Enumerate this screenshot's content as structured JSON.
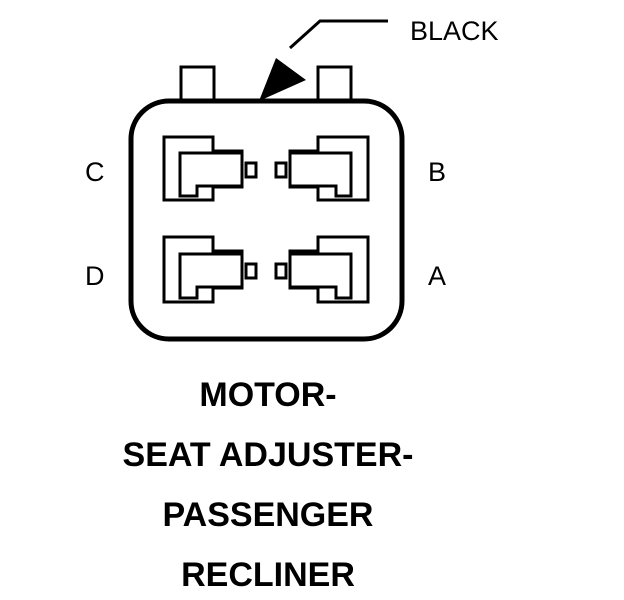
{
  "connector": {
    "color_callout": "BLACK",
    "pins": {
      "a": "A",
      "b": "B",
      "c": "C",
      "d": "D"
    }
  },
  "title": {
    "line1": "MOTOR-",
    "line2": "SEAT ADJUSTER-",
    "line3": "PASSENGER",
    "line4": "RECLINER"
  },
  "colors": {
    "ink": "#000000",
    "background": "#ffffff"
  }
}
